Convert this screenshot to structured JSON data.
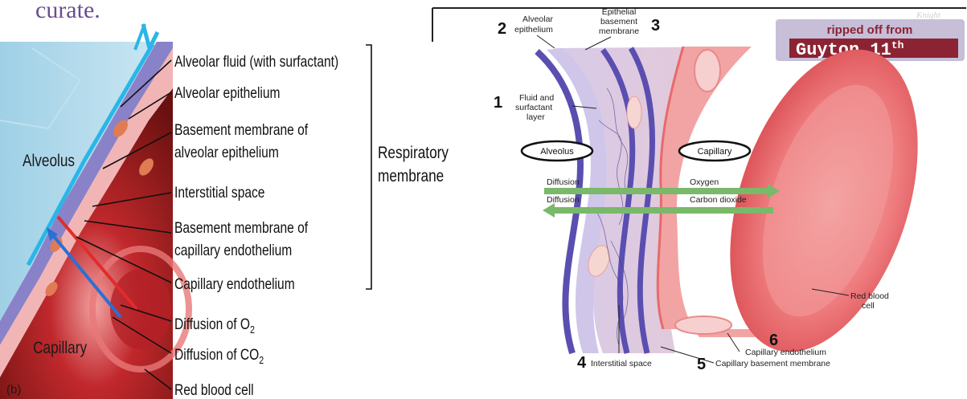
{
  "slide_text": "curate.",
  "left_figure": {
    "panel_label": "(b)",
    "region_labels": {
      "alveolus": "Alveolus",
      "capillary": "Capillary"
    },
    "labels": [
      "Alveolar fluid (with surfactant)",
      "Alveolar epithelium",
      "Basement membrane of",
      "alveolar epithelium",
      "Interstitial space",
      "Basement membrane of",
      "capillary endothelium",
      "Capillary endothelium",
      "Diffusion of O",
      "Diffusion of CO",
      "Red blood cell"
    ],
    "subscript": "2",
    "bracket_label": [
      "Respiratory",
      "membrane"
    ]
  },
  "right_figure": {
    "watermark": "Knight",
    "credit": [
      "ripped off from",
      "Guyton 11"
    ],
    "credit_superscript": "th",
    "numbers": [
      "1",
      "2",
      "3",
      "4",
      "5",
      "6"
    ],
    "labels": {
      "alveolar_epithelium": [
        "Alveolar",
        "epithelium"
      ],
      "epithelial_basement": [
        "Epithelial",
        "basement",
        "membrane"
      ],
      "fluid_layer": [
        "Fluid and",
        "surfactant",
        "layer"
      ],
      "alveolus": "Alveolus",
      "capillary": "Capillary",
      "diffusion_1": "Diffusion",
      "diffusion_2": "Diffusion",
      "oxygen": "Oxygen",
      "carbon_dioxide": "Carbon dioxide",
      "red_blood_cell": [
        "Red blood",
        "cell"
      ],
      "interstitial_space": "Interstitial space",
      "capillary_endothelium": "Capillary endothelium",
      "capillary_basement": "Capillary basement membrane"
    }
  },
  "colors": {
    "slide_text": "#6b4f8e",
    "alveolus": "#a9d4e8",
    "capillary": "#8b1a1a",
    "membrane": "#5a4fb0",
    "rbc": "#e8565a",
    "o2_arrow": "#e32b2b",
    "co2_arrow": "#2a6fd6",
    "diffusion_arrow": "#7ab86a",
    "credit_bg": "#8c2333"
  }
}
